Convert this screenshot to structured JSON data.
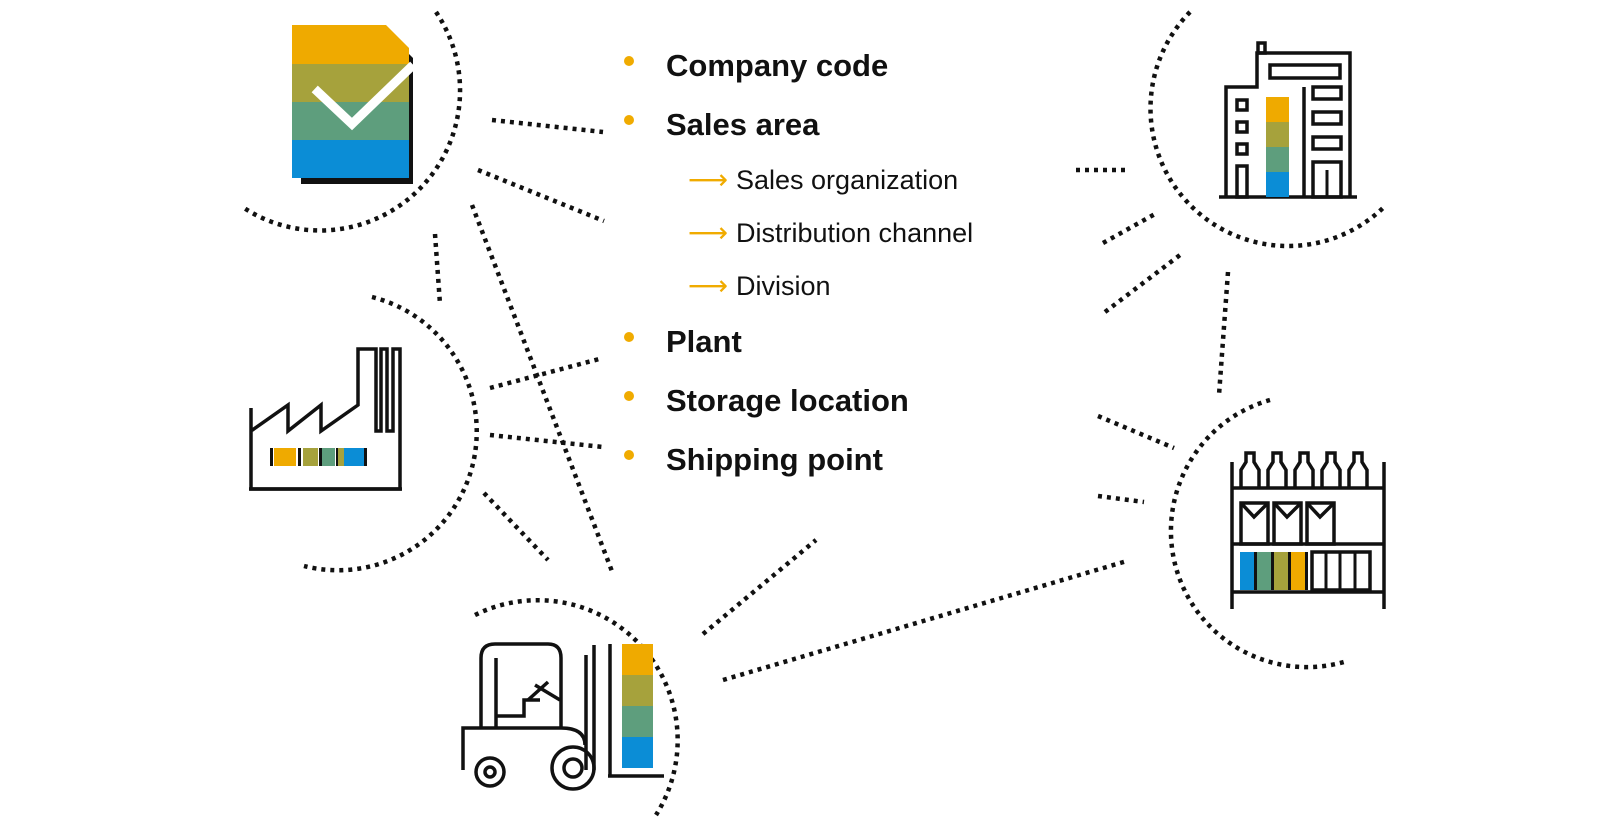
{
  "palette": {
    "gold": "#EFAA00",
    "olive": "#A6A23C",
    "teal": "#5E9E7D",
    "blue": "#0B8DD6",
    "ink": "#111111",
    "bullet": "#F0AB00"
  },
  "items": [
    {
      "label": "Company code",
      "level": 1
    },
    {
      "label": "Sales area",
      "level": 1
    },
    {
      "label": "Sales organization",
      "level": 2
    },
    {
      "label": "Distribution channel",
      "level": 2
    },
    {
      "label": "Division",
      "level": 2
    },
    {
      "label": "Plant",
      "level": 1
    },
    {
      "label": "Storage location",
      "level": 1
    },
    {
      "label": "Shipping point",
      "level": 1
    }
  ],
  "arrow_glyph": "⟶",
  "icons": [
    "checklist-document-icon",
    "factory-icon",
    "forklift-icon",
    "office-building-icon",
    "warehouse-shelf-icon"
  ]
}
